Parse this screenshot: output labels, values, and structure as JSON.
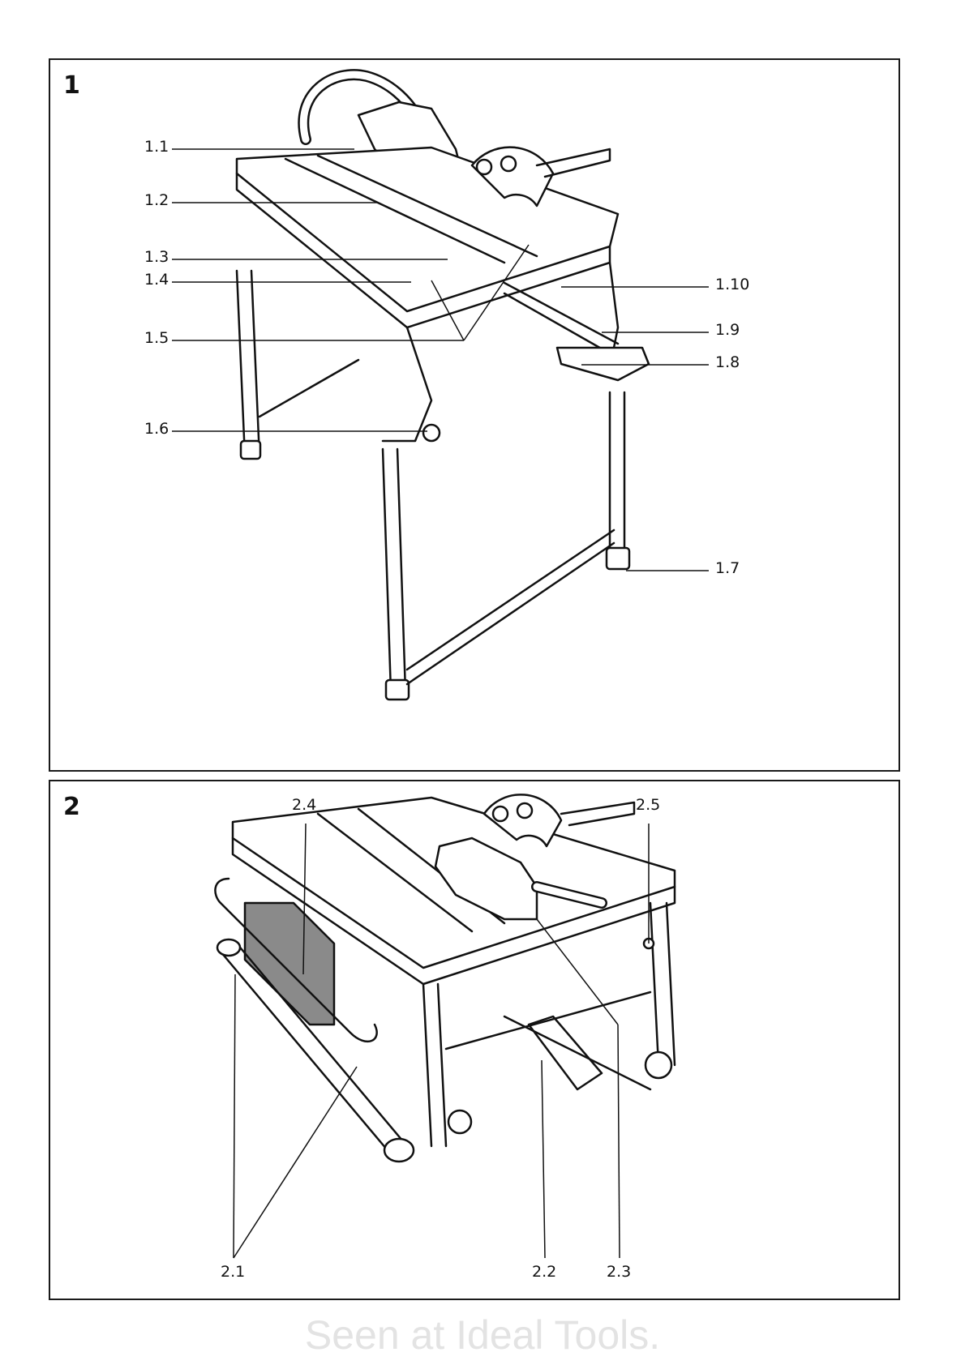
{
  "figure1": {
    "number": "1",
    "callouts": [
      "1.1",
      "1.2",
      "1.3",
      "1.4",
      "1.5",
      "1.6",
      "1.10",
      "1.9",
      "1.8",
      "1.7"
    ]
  },
  "figure2": {
    "number": "2",
    "callouts": [
      "2.4",
      "2.5",
      "2.1",
      "2.2",
      "2.3"
    ]
  },
  "watermark": "Seen at Ideal Tools."
}
